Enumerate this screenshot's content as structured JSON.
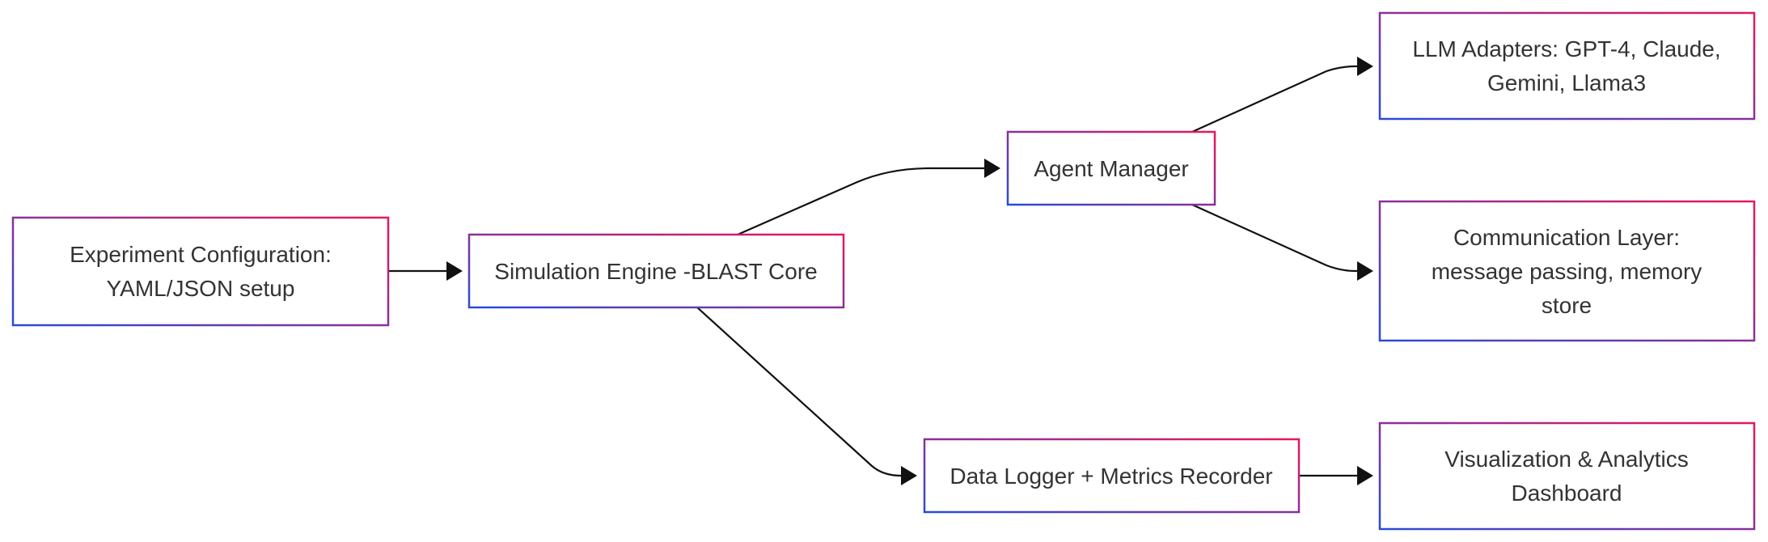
{
  "nodes": {
    "config": {
      "lines": [
        "Experiment Configuration:",
        "YAML/JSON setup"
      ]
    },
    "engine": {
      "lines": [
        "Simulation Engine -BLAST Core"
      ]
    },
    "agent_manager": {
      "lines": [
        "Agent Manager"
      ]
    },
    "llm_adapters": {
      "lines": [
        "LLM Adapters: GPT-4, Claude,",
        "Gemini, Llama3"
      ]
    },
    "communication": {
      "lines": [
        "Communication Layer:",
        "message passing, memory",
        "store"
      ]
    },
    "data_logger": {
      "lines": [
        "Data Logger + Metrics Recorder"
      ]
    },
    "visualization": {
      "lines": [
        "Visualization & Analytics",
        "Dashboard"
      ]
    }
  },
  "edges": [
    {
      "from": "config",
      "to": "engine"
    },
    {
      "from": "engine",
      "to": "agent_manager"
    },
    {
      "from": "engine",
      "to": "data_logger"
    },
    {
      "from": "agent_manager",
      "to": "llm_adapters"
    },
    {
      "from": "agent_manager",
      "to": "communication"
    },
    {
      "from": "data_logger",
      "to": "visualization"
    }
  ],
  "colors": {
    "border_start": "#2a4bd7",
    "border_end": "#e8175d",
    "edge": "#111111",
    "text": "#333333"
  }
}
